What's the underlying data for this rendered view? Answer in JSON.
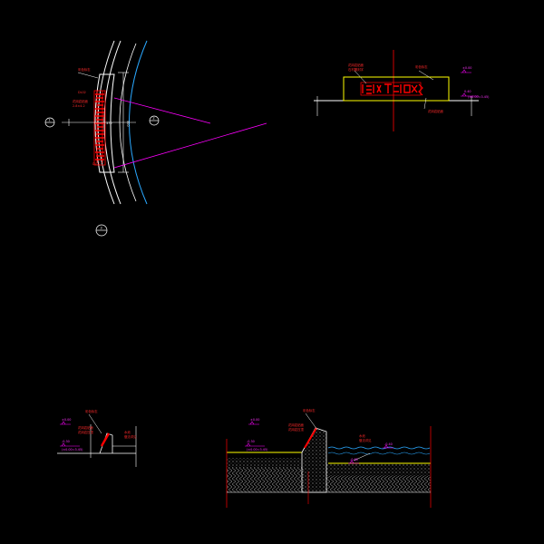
{
  "drawing": {
    "background": "#000000",
    "colors": {
      "white": "#ffffff",
      "magenta": "#ff00ff",
      "red": "#ff0000",
      "yellow": "#ffff00",
      "cyan": "#2aa8ff",
      "dim": "#9a9a9a"
    }
  },
  "plan_view": {
    "label_top": "彩色标志",
    "label_mid_1": "DL02",
    "label_mid_2": "花岗岩贴面",
    "label_mid_3": "2.8×4.2",
    "label_low": "DL02",
    "dim_text": "370",
    "dim_text_right": "500",
    "section_marker_left": "1",
    "section_marker_mid": "2",
    "section_marker_bottom": "3"
  },
  "elevation_view": {
    "label_left_1": "花岗岩贴面",
    "label_left_2": "石材雕刻字",
    "label_right": "彩色标志",
    "label_bottom": "花岗岩贴面",
    "level_top": "±0.00",
    "level_mid": "0.40",
    "level_mid_2": "(±0.00=3.45)"
  },
  "section_small": {
    "label_top": "彩色标志",
    "label_mid_1": "花岗岩贴面",
    "label_mid_2": "花岗岩压顶",
    "label_right_1": "水池",
    "label_right_2": "做法详见",
    "level_top": "±0.00",
    "level_low": "-0.30",
    "level_low_2": "(±0.00=3.45)"
  },
  "section_large": {
    "label_top": "彩色标志",
    "label_mid_1": "花岗岩贴面",
    "label_mid_2": "花岗岩压顶",
    "label_right_1": "水池",
    "label_right_2": "做法详见",
    "level_top": "±0.00",
    "level_left": "-0.30",
    "level_left_2": "(±0.00=3.45)",
    "level_water": "-0.40",
    "level_bottom": "-0.80"
  }
}
